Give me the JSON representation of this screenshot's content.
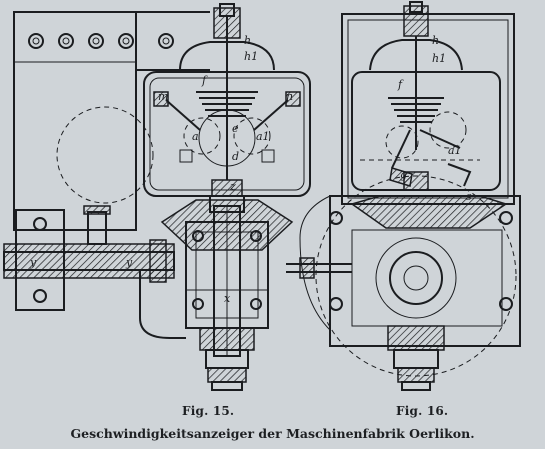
{
  "figures": [
    {
      "id": "fig-15",
      "label": "Fig. 15."
    },
    {
      "id": "fig-16",
      "label": "Fig. 16."
    }
  ],
  "caption": "Geschwindigkeitsanzeiger der Maschinenfabrik Oerlikon.",
  "part_labels": {
    "f15_h": "h",
    "f15_h1": "h1",
    "f15_f": "f",
    "f15_m": "m",
    "f15_n": "n",
    "f15_a": "a",
    "f15_a1": "a1",
    "f15_e": "e",
    "f15_d": "d",
    "f15_z": "z",
    "f15_x": "x",
    "f15_y1": "y",
    "f15_y2": "y",
    "f16_h": "h",
    "f16_h1": "h1",
    "f16_f": "f",
    "f16_a1": "a1",
    "f16_g": "g",
    "f16_s": "s"
  }
}
